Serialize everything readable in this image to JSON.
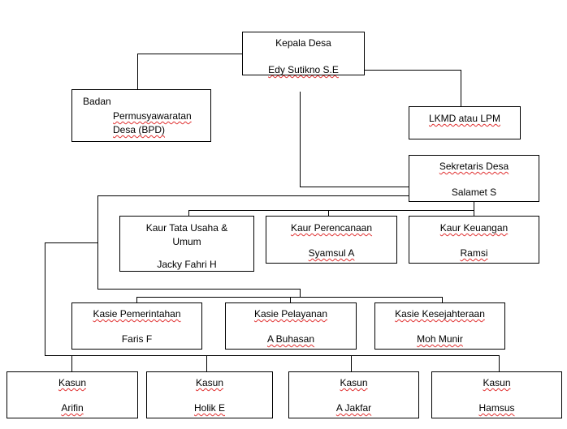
{
  "kepala": {
    "title": "Kepala Desa",
    "name": "Edy Sutikno S.E"
  },
  "bpd": {
    "line1": "Badan",
    "line2": "Permusyawaratan",
    "line3": "Desa (BPD)"
  },
  "lkmd": {
    "label": "LKMD atau LPM"
  },
  "sekretaris": {
    "title": "Sekretaris Desa",
    "name": "Salamet S"
  },
  "kaur": [
    {
      "title": "Kaur Tata Usaha &",
      "title2": "Umum",
      "name": "Jacky Fahri H"
    },
    {
      "title": "Kaur Perencanaan",
      "name": "Syamsul  A"
    },
    {
      "title": "Kaur Keuangan",
      "name": "Ramsi"
    }
  ],
  "kasie": [
    {
      "title": "Kasie Pemerintahan",
      "name": "Faris F"
    },
    {
      "title": "Kasie Pelayanan",
      "name": "A Buhasan"
    },
    {
      "title": "Kasie Kesejahteraan",
      "name": "Moh  Munir"
    }
  ],
  "kasun": [
    {
      "title": "Kasun",
      "name": "Arifin"
    },
    {
      "title": "Kasun",
      "name": "Holik E"
    },
    {
      "title": "Kasun",
      "name": "A Jakfar"
    },
    {
      "title": "Kasun",
      "name": "Hamsus"
    }
  ],
  "colors": {
    "line": "#000000",
    "spellcheck": "#e03030"
  }
}
